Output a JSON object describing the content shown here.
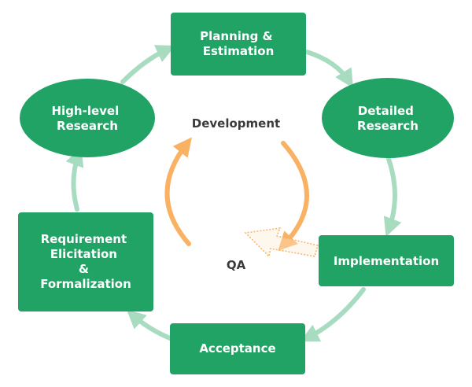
{
  "diagram": {
    "nodes": {
      "planning": {
        "lines": [
          "Planning &",
          "Estimation"
        ]
      },
      "detailed_research": {
        "lines": [
          "Detailed",
          "Research"
        ]
      },
      "implementation": {
        "lines": [
          "Implementation"
        ]
      },
      "acceptance": {
        "lines": [
          "Acceptance"
        ]
      },
      "requirement": {
        "lines": [
          "Requirement",
          "Elicitation",
          "&",
          "Formalization"
        ]
      },
      "high_level_research": {
        "lines": [
          "High-level",
          "Research"
        ]
      }
    },
    "inner_cycle": {
      "development": "Development",
      "qa": "QA"
    }
  },
  "colors": {
    "node_fill": "#21a366",
    "node_text": "#ffffff",
    "outer_arrow": "#a8dcc1",
    "inner_arrow": "#f9b264",
    "inner_text": "#3a3a3a"
  }
}
